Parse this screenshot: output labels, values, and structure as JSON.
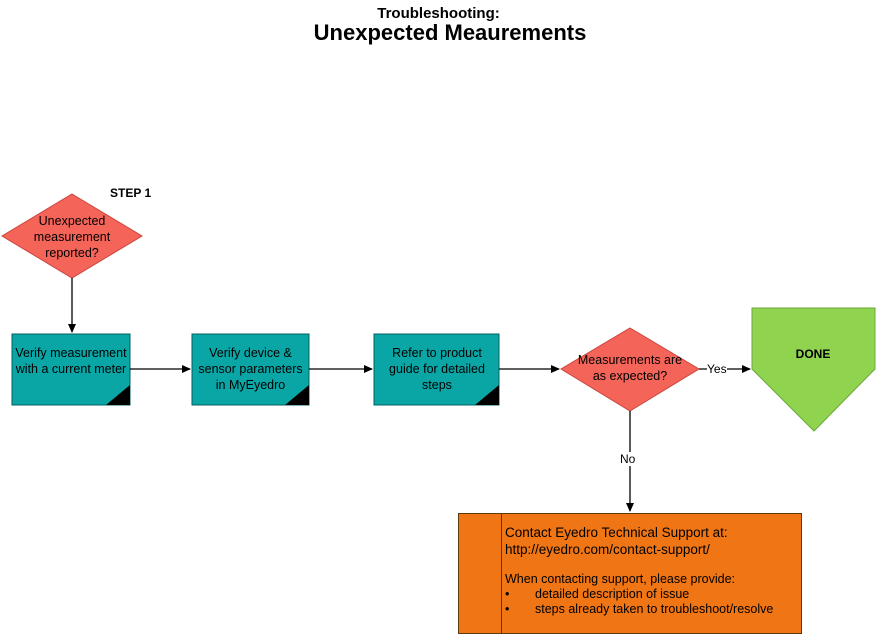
{
  "title": {
    "small": "Troubleshooting:",
    "big": "Unexpected Meaurements"
  },
  "step_label": "STEP 1",
  "nodes": {
    "start": "Unexpected measurement reported?",
    "verify_meter": "Verify measurement with a current meter",
    "verify_params": "Verify device & sensor parameters in MyEyedro",
    "refer_guide": "Refer to product guide for detailed steps",
    "decision": "Measurements are as expected?",
    "done": "DONE"
  },
  "edges": {
    "yes": "Yes",
    "no": "No"
  },
  "support": {
    "line1": "Contact Eyedro Technical Support at:",
    "url": "http://eyedro.com/contact-support/",
    "provide": "When contacting support, please provide:",
    "bullets": [
      "detailed description of issue",
      "steps already taken to troubleshoot/resolve"
    ]
  },
  "colors": {
    "diamond": "#f56459",
    "process": "#0aa6a6",
    "done": "#90d34f",
    "support": "#f07514"
  }
}
